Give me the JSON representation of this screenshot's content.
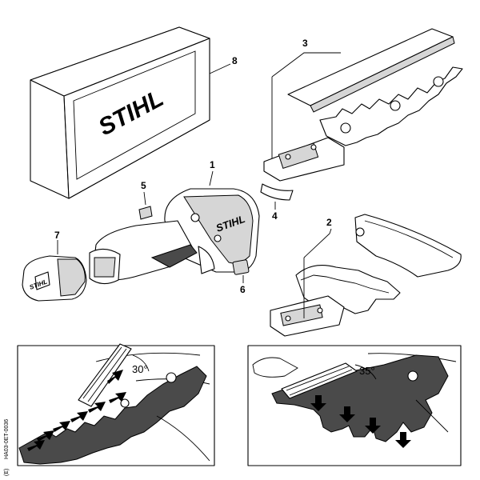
{
  "callouts": {
    "c1": "1",
    "c2": "2",
    "c3": "3",
    "c4": "4",
    "c5": "5",
    "c6": "6",
    "c7": "7",
    "c8": "8"
  },
  "brand": {
    "case": "STIHL",
    "tool": "STIHL",
    "battery": "STIHL"
  },
  "angles": {
    "left": "30°",
    "right": "35°"
  },
  "doc_code": "HA03-0ET-0036",
  "doc_code_tag": "(E)"
}
